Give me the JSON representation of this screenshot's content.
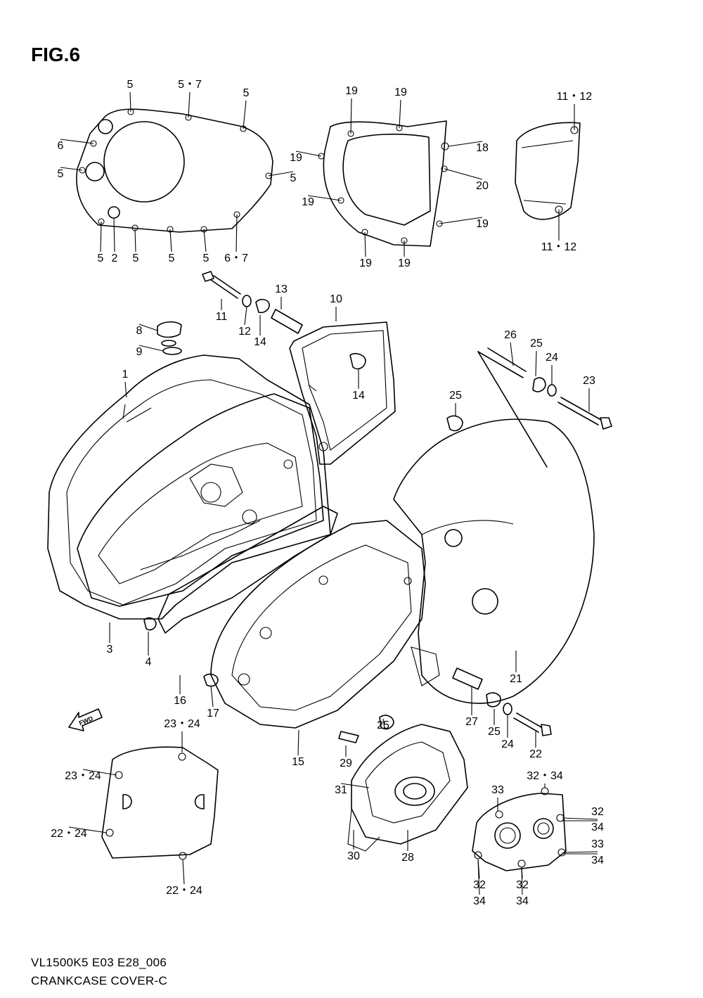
{
  "figure_title": "FIG.6",
  "footer": {
    "code": "VL1500K5 E03 E28_006",
    "name": "CRANKCASE COVER-C"
  },
  "fwd_arrow": "FWD",
  "callouts": [
    "5",
    "5・7",
    "5",
    "6",
    "5",
    "5",
    "5",
    "2",
    "5",
    "5",
    "5",
    "6・7",
    "19",
    "19",
    "19",
    "18",
    "19",
    "20",
    "19",
    "19",
    "19",
    "11・12",
    "11・12",
    "11",
    "12",
    "13",
    "14",
    "10",
    "8",
    "9",
    "1",
    "14",
    "26",
    "25",
    "24",
    "23",
    "25",
    "3",
    "4",
    "16",
    "17",
    "15",
    "21",
    "25",
    "27",
    "25",
    "24",
    "22",
    "29",
    "31",
    "30",
    "28",
    "23・24",
    "23・24",
    "22・24",
    "22・24",
    "32・34",
    "33",
    "32",
    "34",
    "33",
    "34",
    "32",
    "34",
    "32",
    "34"
  ]
}
